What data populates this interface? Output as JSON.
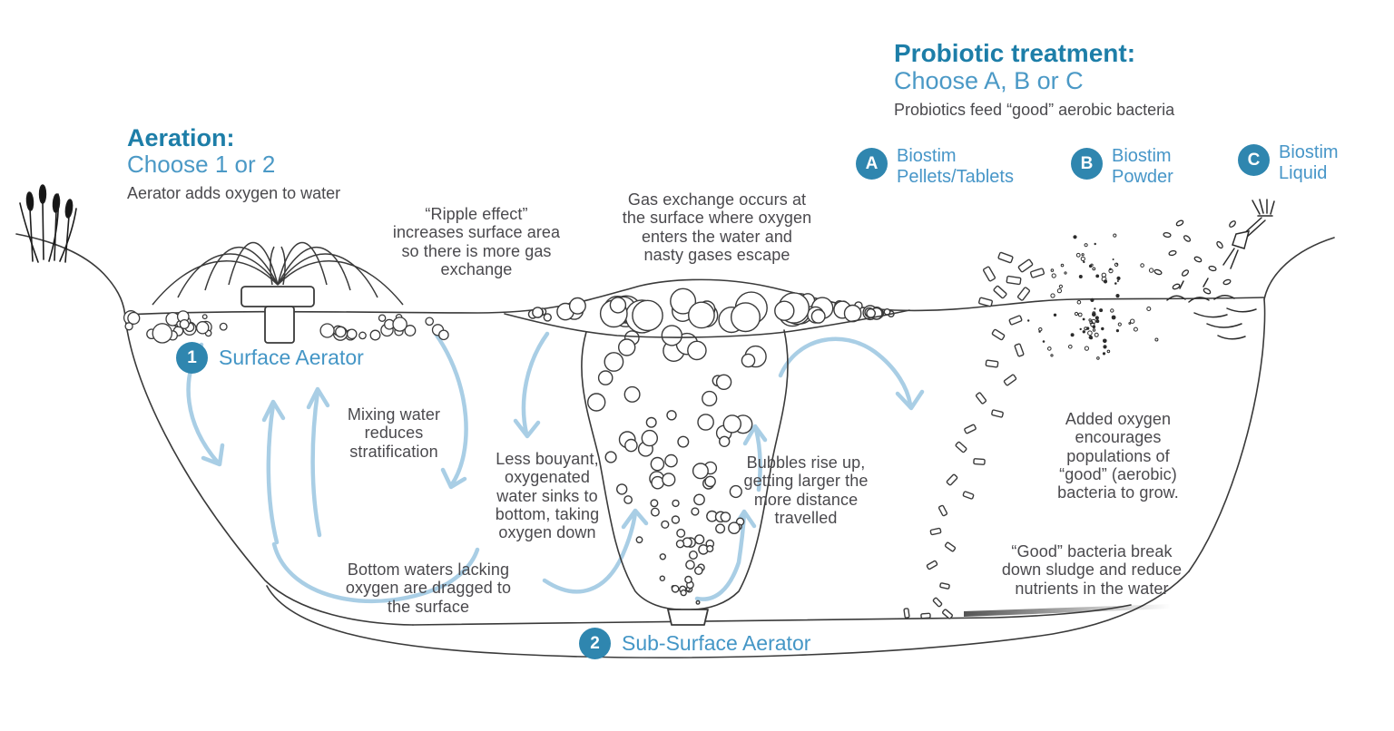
{
  "aeration": {
    "title": "Aeration:",
    "subtitle": "Choose 1 or 2",
    "description": "Aerator adds oxygen to water"
  },
  "probiotic": {
    "title": "Probiotic treatment:",
    "subtitle": "Choose A, B or C",
    "description": "Probiotics feed “good” aerobic bacteria",
    "options": [
      {
        "letter": "A",
        "label": "Biostim\nPellets/Tablets"
      },
      {
        "letter": "B",
        "label": "Biostim\nPowder"
      },
      {
        "letter": "C",
        "label": "Biostim\nLiquid"
      }
    ]
  },
  "labels": {
    "surface": {
      "number": "1",
      "text": "Surface Aerator"
    },
    "subsurface": {
      "number": "2",
      "text": "Sub-Surface Aerator"
    }
  },
  "annotations": {
    "ripple": "“Ripple effect”\nincreases surface area\nso there is more gas\nexchange",
    "gas_exchange": "Gas exchange occurs at\nthe surface where oxygen\nenters the water and\nnasty gases escape",
    "mixing": "Mixing water\nreduces\nstratification",
    "less_buoyant": "Less bouyant,\noxygenated\nwater sinks to\nbottom, taking\noxygen down",
    "bubbles_rise": "Bubbles rise up,\ngetting larger the\nmore distance\ntravelled",
    "added_oxygen": "Added oxygen\nencourages\npopulations of\n“good” (aerobic)\nbacteria to grow.",
    "good_bacteria": "“Good” bacteria break\ndown sludge and reduce\nnutrients in the water",
    "bottom_waters": "Bottom waters lacking\noxygen are dragged to\nthe surface"
  },
  "colors": {
    "heading_teal": "#1d7ea8",
    "heading_blue": "#4b99c6",
    "badge_fill": "#2f86af",
    "body_text": "#4a494d",
    "arrow_blue": "#a9cee5",
    "line_ink": "#3a3a3a"
  }
}
